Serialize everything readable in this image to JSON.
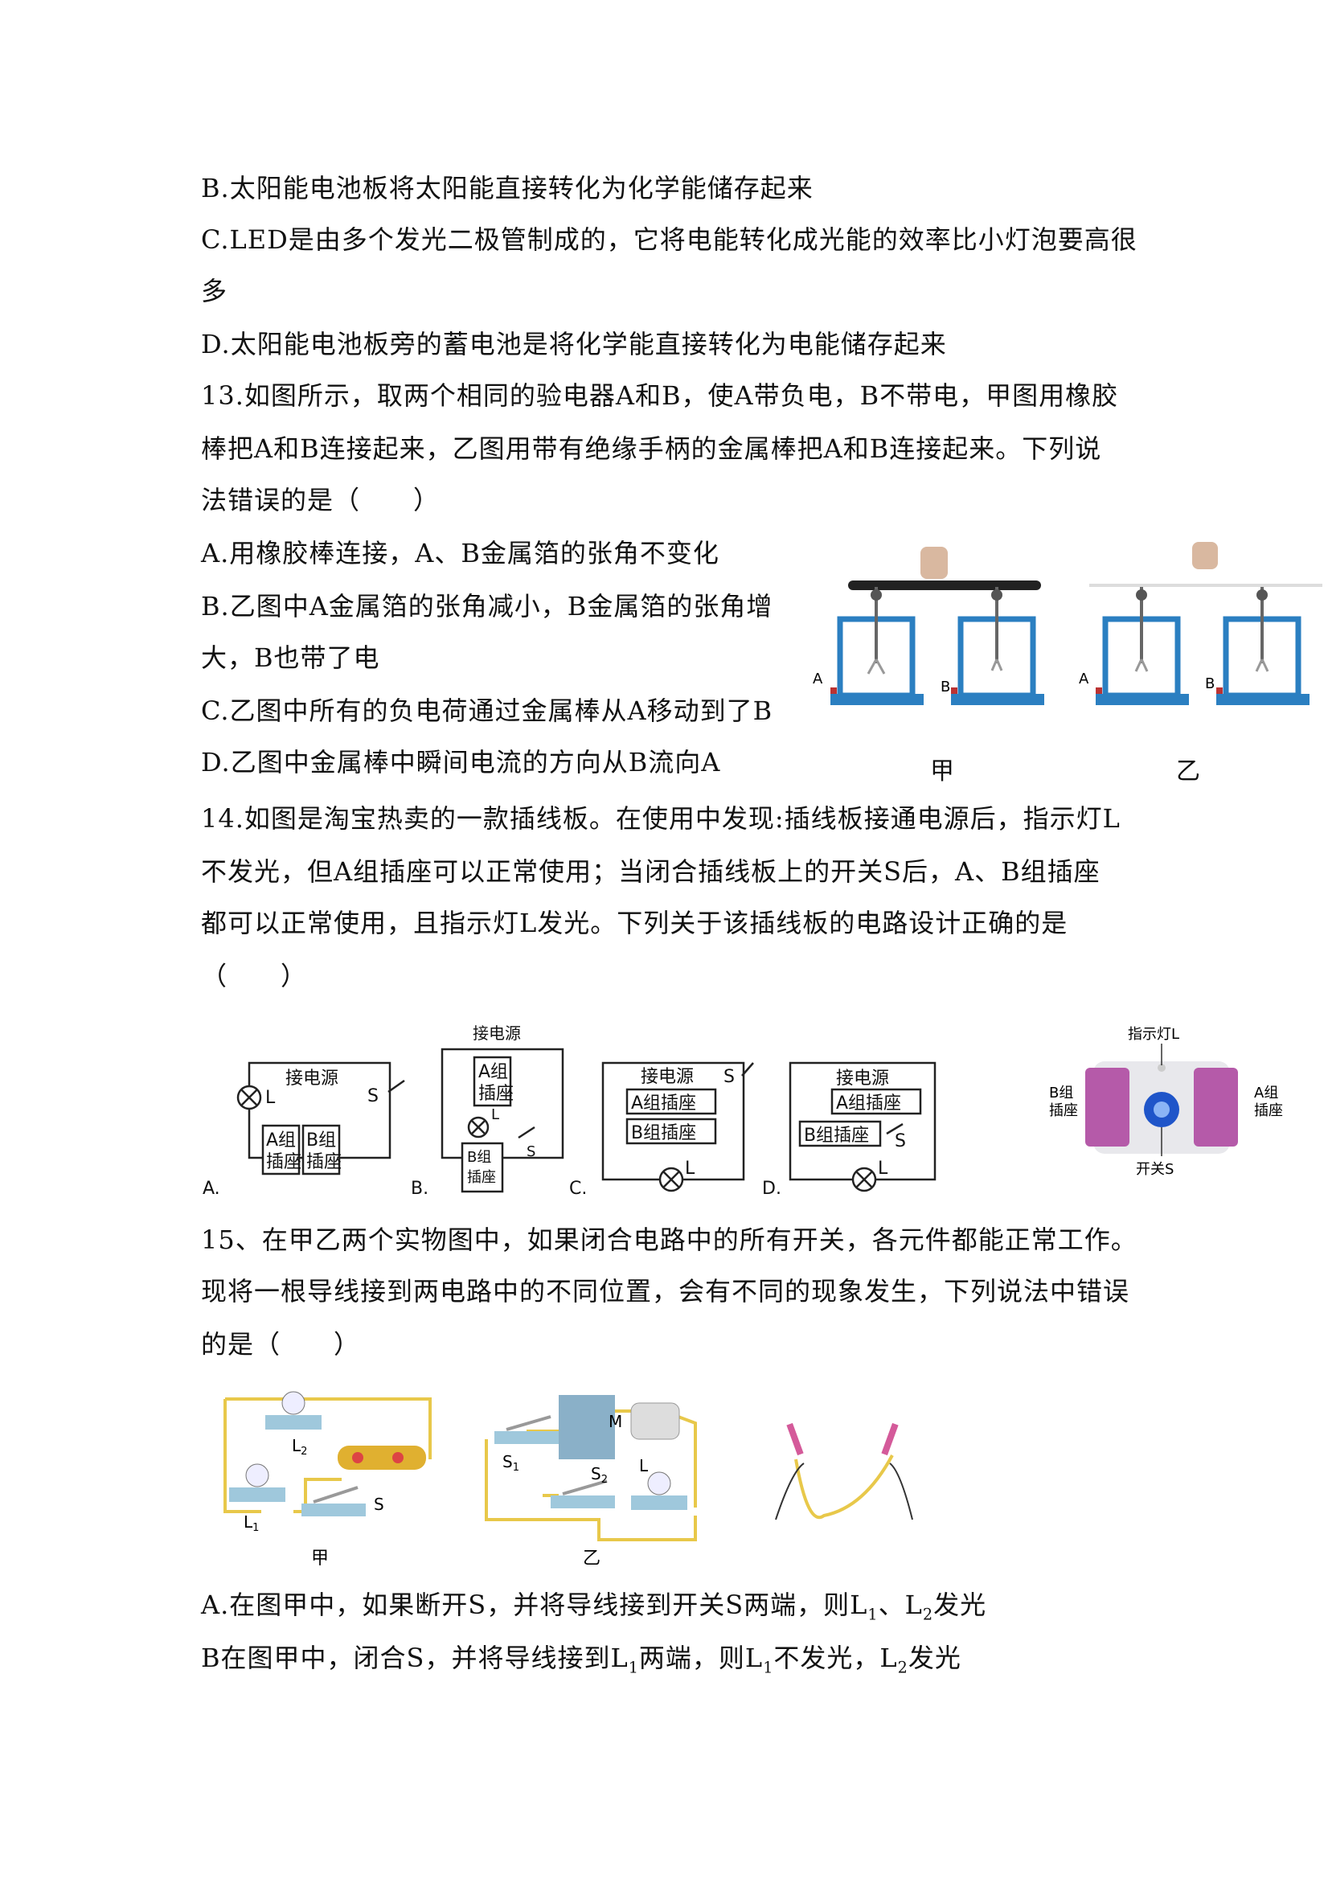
{
  "q12_tail": {
    "opt_b": "B.太阳能电池板将太阳能直接转化为化学能储存起来",
    "opt_c_1": "C.LED是由多个发光二极管制成的，它将电能转化成光能的效率比小灯泡要高很",
    "opt_c_2": "多",
    "opt_d": "D.太阳能电池板旁的蓄电池是将化学能直接转化为电能储存起来"
  },
  "q13": {
    "stem_1": "13.如图所示，取两个相同的验电器A和B，使A带负电，B不带电，甲图用橡胶",
    "stem_2": "棒把A和B连接起来，乙图用带有绝缘手柄的金属棒把A和B连接起来。下列说",
    "stem_3": "法错误的是（　　）",
    "opt_a": "A.用橡胶棒连接，A、B金属箔的张角不变化",
    "opt_b_1": "B.乙图中A金属箔的张角减小，B金属箔的张角增",
    "opt_b_2": "大，B也带了电",
    "opt_c": "C.乙图中所有的负电荷通过金属棒从A移动到了B",
    "opt_d": "D.乙图中金属棒中瞬间电流的方向从B流向A",
    "fig_label_jia": "甲",
    "fig_label_yi": "乙",
    "label_a": "A",
    "label_b": "B"
  },
  "q14": {
    "stem_1": "14.如图是淘宝热卖的一款插线板。在使用中发现:插线板接通电源后，指示灯L",
    "stem_2": "不发光，但A组插座可以正常使用；当闭合插线板上的开关S后，A、B组插座",
    "stem_3": "都可以正常使用，且指示灯L发光。下列关于该插线板的电路设计正确的是",
    "stem_4": "（　　）",
    "circuit_power": "接电源",
    "a_group": "A组插座",
    "b_group": "B组插座",
    "a_group_1": "A组",
    "a_group_2": "插座",
    "b_group_1": "B组",
    "b_group_2": "插座",
    "L": "L",
    "S": "S",
    "opt_a": "A.",
    "opt_b": "B.",
    "opt_c": "C.",
    "opt_d": "D.",
    "photo_indicator": "指示灯L",
    "photo_switch": "开关S",
    "photo_b_1": "B组",
    "photo_b_2": "插座",
    "photo_a_1": "A组",
    "photo_a_2": "插座"
  },
  "q15": {
    "stem_1": "15、在甲乙两个实物图中，如果闭合电路中的所有开关，各元件都能正常工作。",
    "stem_2": "现将一根导线接到两电路中的不同位置，会有不同的现象发生，下列说法中错误",
    "stem_3": "的是（　　）",
    "fig_label_jia": "甲",
    "fig_label_yi": "乙",
    "L1": "L1",
    "L2": "L2",
    "S": "S",
    "S1": "S1",
    "S2": "S2",
    "L": "L",
    "M": "M",
    "opt_a": "A.在图甲中，如果断开S，并将导线接到开关S两端，则L1、L2发光",
    "opt_b": "B在图甲中，闭合S，并将导线接到L1两端，则L1不发光，L2发光"
  }
}
